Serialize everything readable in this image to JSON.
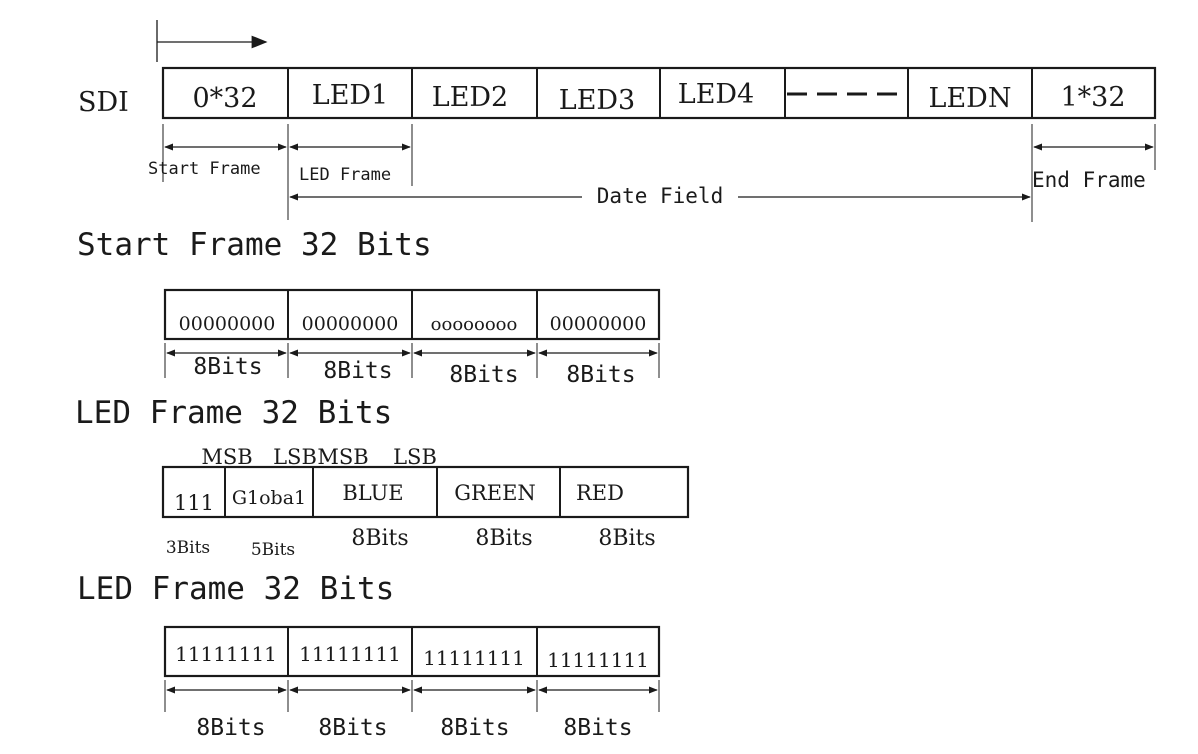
{
  "sdi": {
    "label": "SDI",
    "cells": [
      "0*32",
      "LED1",
      "LED2",
      "LED3",
      "LED4",
      "",
      "LEDN",
      "1*32"
    ],
    "start_frame_label": "Start Frame",
    "led_frame_label": "LED Frame",
    "data_field_label": "Date Field",
    "end_frame_label": "End Frame"
  },
  "start_frame": {
    "title": "Start Frame 32 Bits",
    "cells": [
      "00000000",
      "00000000",
      "oooooooo",
      "00000000"
    ],
    "widths": [
      "8Bits",
      "8Bits",
      "8Bits",
      "8Bits"
    ]
  },
  "led_frame": {
    "title": "LED Frame 32 Bits",
    "msb1": "MSB",
    "lsb1": "LSB",
    "msb2": "MSB",
    "lsb2": "LSB",
    "cells": [
      "111",
      "G1oba1",
      "BLUE",
      "GREEN",
      "RED"
    ],
    "widths": [
      "3Bits",
      "5Bits",
      "8Bits",
      "8Bits",
      "8Bits"
    ]
  },
  "end_frame": {
    "title": "LED Frame 32 Bits",
    "cells": [
      "11111111",
      "11111111",
      "11111111",
      "11111111"
    ],
    "widths": [
      "8Bits",
      "8Bits",
      "8Bits",
      "8Bits"
    ]
  }
}
